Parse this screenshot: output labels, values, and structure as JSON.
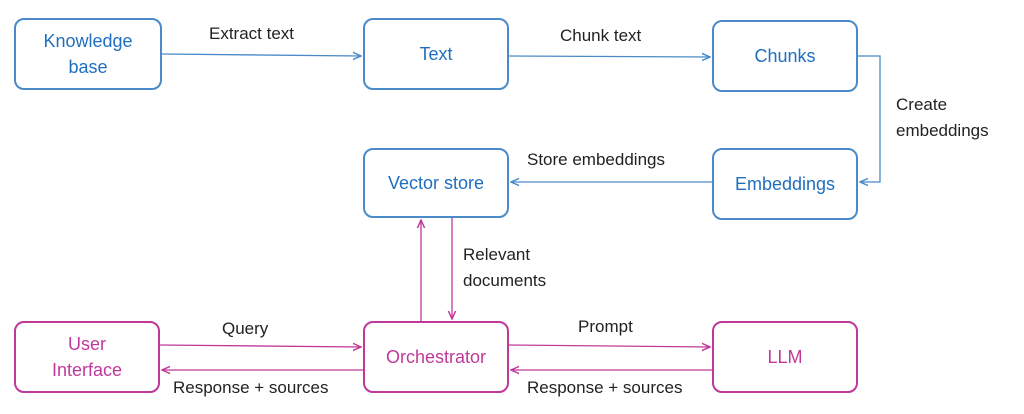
{
  "nodes": {
    "knowledge_base": {
      "label": "Knowledge\nbase",
      "group": "ingest"
    },
    "text": {
      "label": "Text",
      "group": "ingest"
    },
    "chunks": {
      "label": "Chunks",
      "group": "ingest"
    },
    "embeddings": {
      "label": "Embeddings",
      "group": "ingest"
    },
    "vector_store": {
      "label": "Vector store",
      "group": "ingest"
    },
    "user_interface": {
      "label": "User\nInterface",
      "group": "query"
    },
    "orchestrator": {
      "label": "Orchestrator",
      "group": "query"
    },
    "llm": {
      "label": "LLM",
      "group": "query"
    }
  },
  "edges": {
    "extract_text": {
      "label": "Extract text",
      "from": "knowledge_base",
      "to": "text"
    },
    "chunk_text": {
      "label": "Chunk text",
      "from": "text",
      "to": "chunks"
    },
    "create_embeddings": {
      "label": "Create\nembeddings",
      "from": "chunks",
      "to": "embeddings"
    },
    "store_embeddings": {
      "label": "Store embeddings",
      "from": "embeddings",
      "to": "vector_store"
    },
    "query_vector": {
      "label": "",
      "from": "orchestrator",
      "to": "vector_store"
    },
    "relevant_documents": {
      "label": "Relevant\ndocuments",
      "from": "vector_store",
      "to": "orchestrator"
    },
    "query": {
      "label": "Query",
      "from": "user_interface",
      "to": "orchestrator"
    },
    "response_ui": {
      "label": "Response + sources",
      "from": "orchestrator",
      "to": "user_interface"
    },
    "prompt": {
      "label": "Prompt",
      "from": "orchestrator",
      "to": "llm"
    },
    "response_llm": {
      "label": "Response + sources",
      "from": "llm",
      "to": "orchestrator"
    }
  },
  "colors": {
    "ingest_border": "#4a8ac8",
    "ingest_text": "#1f6fbf",
    "query_border": "#c0399a",
    "query_text": "#c0399a",
    "label_text": "#222222"
  }
}
